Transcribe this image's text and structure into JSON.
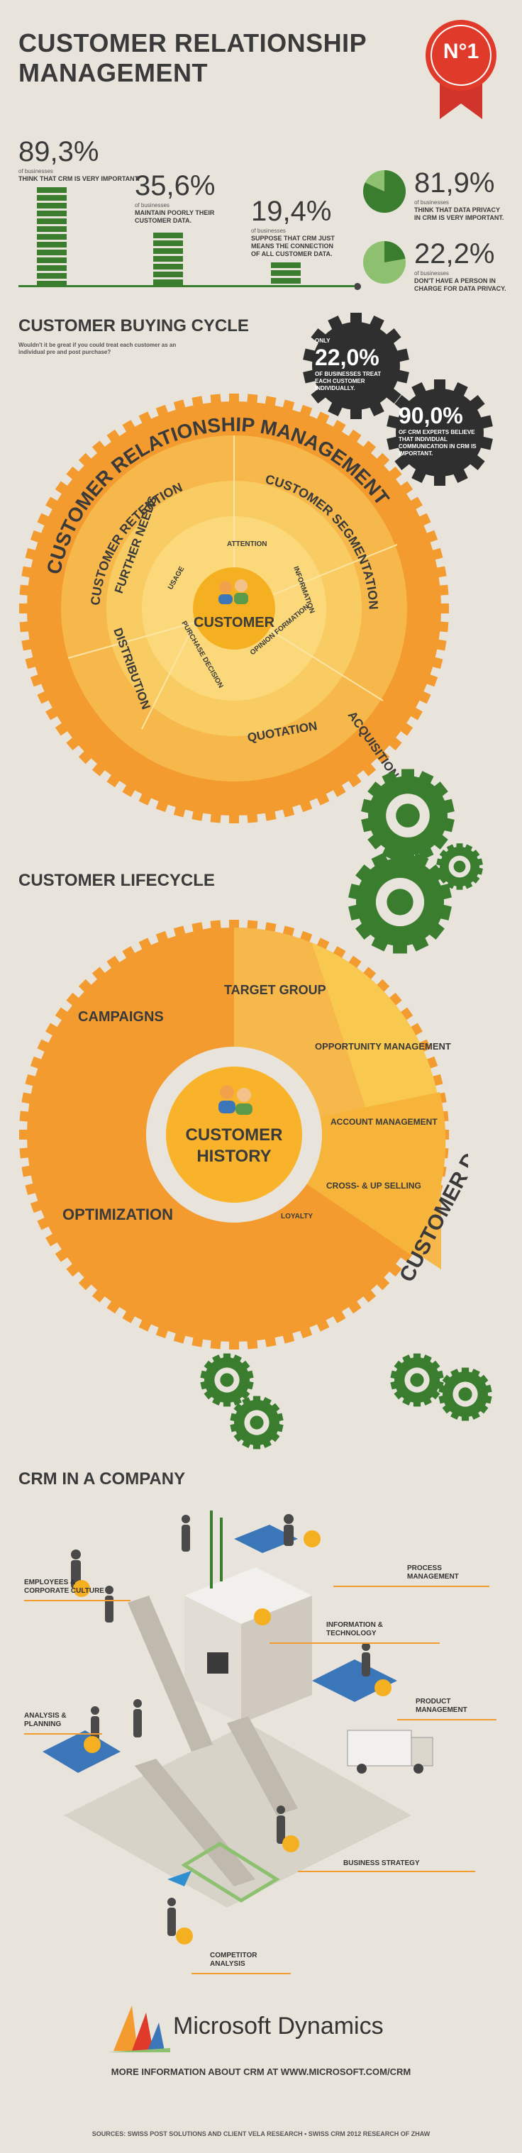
{
  "header": {
    "title_line1": "CUSTOMER RELATIONSHIP",
    "title_line2": "MANAGEMENT",
    "badge": "N°1"
  },
  "stats": [
    {
      "pct": "89,3%",
      "small": "of businesses",
      "label": "THINK THAT CRM IS VERY IMPORTANT.",
      "value": 89.3
    },
    {
      "pct": "35,6%",
      "small": "of businesses",
      "label": "MAINTAIN POORLY THEIR CUSTOMER DATA.",
      "value": 35.6
    },
    {
      "pct": "19,4%",
      "small": "of businesses",
      "label": "SUPPOSE THAT CRM JUST MEANS THE CONNECTION OF ALL CUSTOMER DATA.",
      "value": 19.4
    },
    {
      "pct": "81,9%",
      "small": "of businesses",
      "label": "THINK THAT DATA PRIVACY IN CRM IS VERY IMPORTANT.",
      "value": 81.9
    },
    {
      "pct": "22,2%",
      "small": "of businesses",
      "label": "DON'T HAVE A PERSON IN CHARGE FOR DATA PRIVACY.",
      "value": 22.2
    }
  ],
  "buying_cycle": {
    "heading": "CUSTOMER BUYING CYCLE",
    "subtitle": "Wouldn't it be great if you could treat each customer as an individual pre and post purchase?",
    "gear1": {
      "only": "ONLY",
      "pct": "22,0%",
      "text": "OF BUSINESSES TREAT EACH CUSTOMER INDIVIDUALLY."
    },
    "gear2": {
      "pct": "90,0%",
      "text": "OF CRM EXPERTS BELIEVE THAT INDIVIDUAL COMMUNICATION IN CRM IS IMPORTANT."
    },
    "outer_ring": "CUSTOMER RELATIONSHIP MANAGEMENT",
    "ring_labels": [
      "CUSTOMER RETENTION",
      "CUSTOMER SEGMENTATION",
      "ACQUISITION",
      "QUOTATION",
      "DISTRIBUTION",
      "FURTHER NEEDS"
    ],
    "inner_labels": [
      "ATTENTION",
      "INFORMATION",
      "OPINION FORMATION",
      "PURCHASE DECISION",
      "USAGE"
    ],
    "center": "CUSTOMER"
  },
  "lifecycle": {
    "heading": "CUSTOMER LIFECYCLE",
    "segments": [
      "CAMPAIGNS",
      "TARGET GROUP",
      "OPPORTUNITY MANAGEMENT",
      "ACCOUNT MANAGEMENT",
      "CROSS- & UP SELLING",
      "LOYALTY",
      "OPTIMIZATION",
      "CUSTOMER DATA"
    ],
    "center_line1": "CUSTOMER",
    "center_line2": "HISTORY"
  },
  "company": {
    "heading": "CRM IN A COMPANY",
    "labels": {
      "employees": "EMPLOYEES & CORPORATE CULTURE",
      "process": "PROCESS MANAGEMENT",
      "info": "INFORMATION & TECHNOLOGY",
      "analysis": "ANALYSIS & PLANNING",
      "product": "PRODUCT MANAGEMENT",
      "strategy": "BUSINESS STRATEGY",
      "competitor": "COMPETITOR ANALYSIS"
    }
  },
  "footer": {
    "brand": "Microsoft Dynamics",
    "more_info": "MORE INFORMATION ABOUT CRM AT WWW.MICROSOFT.COM/CRM",
    "sources": "SOURCES: SWISS POST SOLUTIONS AND CLIENT VELA RESEARCH • SWISS CRM 2012 RESEARCH OF ZHAW"
  },
  "colors": {
    "orange": "#f39b2e",
    "dark_orange": "#e8772a",
    "yellow": "#f9d46a",
    "green": "#3a7d2e",
    "dark": "#2f2f2f",
    "red": "#e03a2b",
    "bg": "#e8e4dc"
  }
}
